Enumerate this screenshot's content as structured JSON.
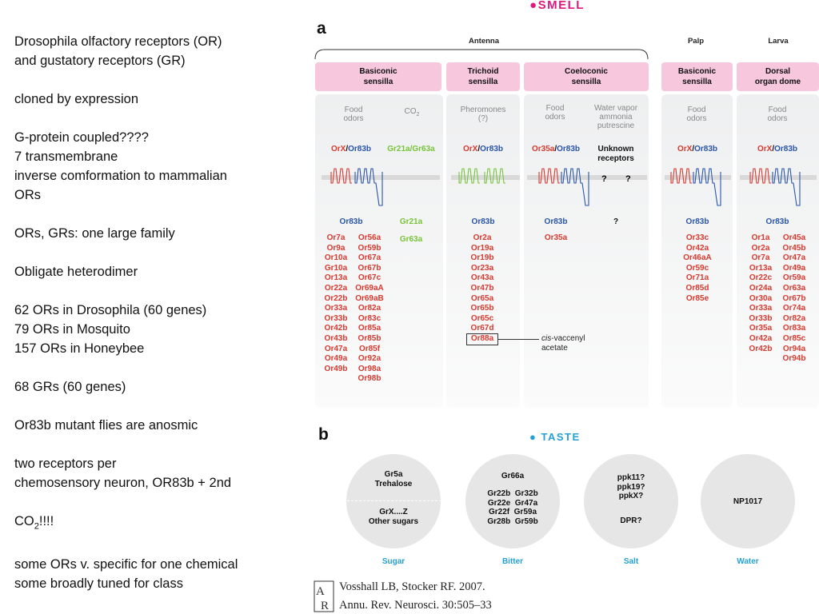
{
  "notes": [
    "Drosophila olfactory receptors (OR)",
    "and gustatory receptors (GR)",
    "",
    "cloned by expression",
    "",
    "G-protein coupled????",
    "7 transmembrane",
    "inverse comformation to mammalian",
    "ORs",
    "",
    "ORs, GRs: one large family",
    "",
    "Obligate heterodimer",
    "",
    "62 ORs in Drosophila (60 genes)",
    "79 ORs in Mosquito",
    "157 ORs in Honeybee",
    "",
    "68 GRs (60 genes)",
    "",
    "Or83b mutant flies are anosmic",
    "",
    "two receptors per",
    "chemosensory neuron, OR83b + 2nd",
    ""
  ],
  "co2_note": {
    "prefix": "CO",
    "sub": "2",
    "suffix": "!!!!"
  },
  "notes_tail": [
    "",
    "some ORs v. specific for one chemical",
    "some broadly tuned for class"
  ],
  "figure": {
    "smell_title": "SMELL",
    "taste_title": "TASTE",
    "panel_a": "a",
    "panel_b": "b",
    "groups": {
      "antenna": "Antenna",
      "palp": "Palp",
      "larva": "Larva"
    },
    "sensilla": {
      "basiconic": [
        "Basiconic",
        "sensilla"
      ],
      "trichoid": [
        "Trichoid",
        "sensilla"
      ],
      "coeloconic": [
        "Coeloconic",
        "sensilla"
      ],
      "palp_basiconic": [
        "Basiconic",
        "sensilla"
      ],
      "dorsal": [
        "Dorsal",
        "organ dome"
      ]
    },
    "stimuli": {
      "food1": [
        "Food",
        "odors"
      ],
      "co2": {
        "base": "CO",
        "sub": "2"
      },
      "pheromones": [
        "Pheromones",
        "(?)"
      ],
      "food2": [
        "Food",
        "odors"
      ],
      "water": [
        "Water vapor",
        "ammonia",
        "putrescine"
      ],
      "food3": [
        "Food",
        "odors"
      ],
      "food4": [
        "Food",
        "odors"
      ]
    },
    "receptors": {
      "orx": "OrX",
      "slash": "/",
      "or83b": "Or83b",
      "gr21a_gr63a": "Gr21a/Gr63a",
      "or35a": "Or35a",
      "unknown": [
        "Unknown",
        "receptors"
      ],
      "q": "?"
    },
    "col_basic": {
      "a": "Or83b",
      "b": "Gr21a",
      "c": "Gr63a"
    },
    "list_basic_1": [
      "Or7a",
      "Or9a",
      "Or10a",
      "Gr10a",
      "Or13a",
      "Or22a",
      "Or22b",
      "Or33a",
      "Or33b",
      "Or42b",
      "Or43b",
      "Or47a",
      "Or49a",
      "Or49b"
    ],
    "list_basic_2": [
      "Or56a",
      "Or59b",
      "Or67a",
      "Or67b",
      "Or67c",
      "Or69aA",
      "Or69aB",
      "Or82a",
      "Or83c",
      "Or85a",
      "Or85b",
      "Or85f",
      "Or92a",
      "Or98a",
      "Or98b"
    ],
    "list_trich": [
      "Or2a",
      "Or19a",
      "Or19b",
      "Or23a",
      "Or43a",
      "Or47b",
      "Or65a",
      "Or65b",
      "Or65c",
      "Or67d",
      "Or88a"
    ],
    "list_coel": [
      "Or35a"
    ],
    "list_palp": [
      "Or33c",
      "Or42a",
      "Or46aA",
      "Or59c",
      "Or71a",
      "Or85d",
      "Or85e"
    ],
    "list_larva_1": [
      "Or1a",
      "Or2a",
      "Or7a",
      "Or13a",
      "Or22c",
      "Or24a",
      "Or30a",
      "Or33a",
      "Or33b",
      "Or35a",
      "Or42a",
      "Or42b"
    ],
    "list_larva_2": [
      "Or45a",
      "Or45b",
      "Or47a",
      "Or49a",
      "Or59a",
      "Or63a",
      "Or67b",
      "Or74a",
      "Or82a",
      "Or83a",
      "Or85c",
      "Or94a",
      "Or94b"
    ],
    "callout": {
      "italic": "cis",
      "rest": "-vaccenyl",
      "line2": "acetate"
    },
    "taste": {
      "sugar": {
        "top": [
          "Gr5a",
          "Trehalose"
        ],
        "bottom": [
          "GrX....Z",
          "Other sugars"
        ],
        "label": "Sugar"
      },
      "bitter": {
        "title": "Gr66a",
        "rows": [
          "Gr22b  Gr32b",
          "Gr22e  Gr47a",
          "Gr22f  Gr59a",
          "Gr28b  Gr59b"
        ],
        "label": "Bitter"
      },
      "salt": {
        "top": [
          "ppk11?",
          "ppk19?",
          "ppkX?"
        ],
        "bottom": "DPR?",
        "label": "Salt"
      },
      "water": {
        "text": "NP1017",
        "label": "Water"
      }
    },
    "colors": {
      "smell": "#e0177f",
      "taste": "#25a0d0",
      "pink": "#f6c7dd",
      "red": "#d63a30",
      "blue": "#2a55a8",
      "green": "#78c43b"
    }
  },
  "citation": {
    "line1": "Vosshall LB, Stocker RF. 2007.",
    "line2": "Annu. Rev. Neurosci. 30:505–33"
  }
}
